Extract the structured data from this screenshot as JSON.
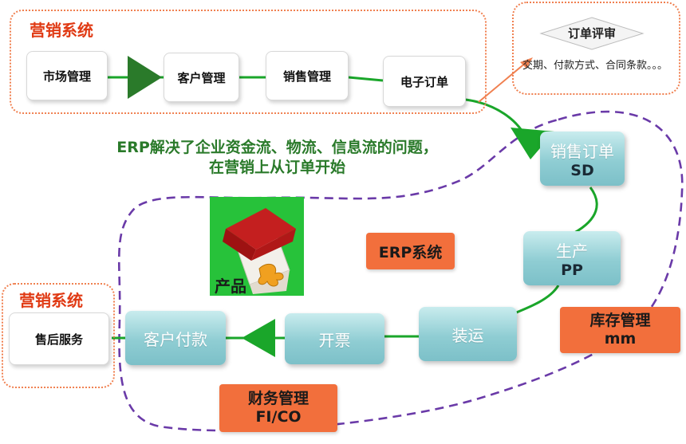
{
  "marketing_top": {
    "title": "营销系统",
    "boxes": [
      "市场管理",
      "客户管理",
      "销售管理",
      "电子订单"
    ]
  },
  "order_review": {
    "title": "订单评审",
    "note": "交期、付款方式、合同条款。。。"
  },
  "headline": {
    "line1": "ERP解决了企业资金流、物流、信息流的问题，",
    "line2": "在营销上从订单开始"
  },
  "flow": {
    "sales_order": {
      "name": "销售订单",
      "code": "SD"
    },
    "production": {
      "name": "生产",
      "code": "PP"
    },
    "shipping": "装运",
    "invoicing": "开票",
    "customer_payment": "客户付款"
  },
  "erp_system": "ERP系统",
  "inventory": {
    "name": "库存管理",
    "code": "mm"
  },
  "finance": {
    "name": "财务管理",
    "code": "FI/CO"
  },
  "product_label": "产品",
  "marketing_bottom": {
    "title": "营销系统",
    "box": "售后服务"
  },
  "colors": {
    "frame_orange": "#f08050",
    "title_red": "#e03a14",
    "flow_green": "#1aa62a",
    "dashed_purple": "#6a3aa8",
    "teal_box": "#8fcdd3",
    "orange_fill": "#f26f3c"
  }
}
